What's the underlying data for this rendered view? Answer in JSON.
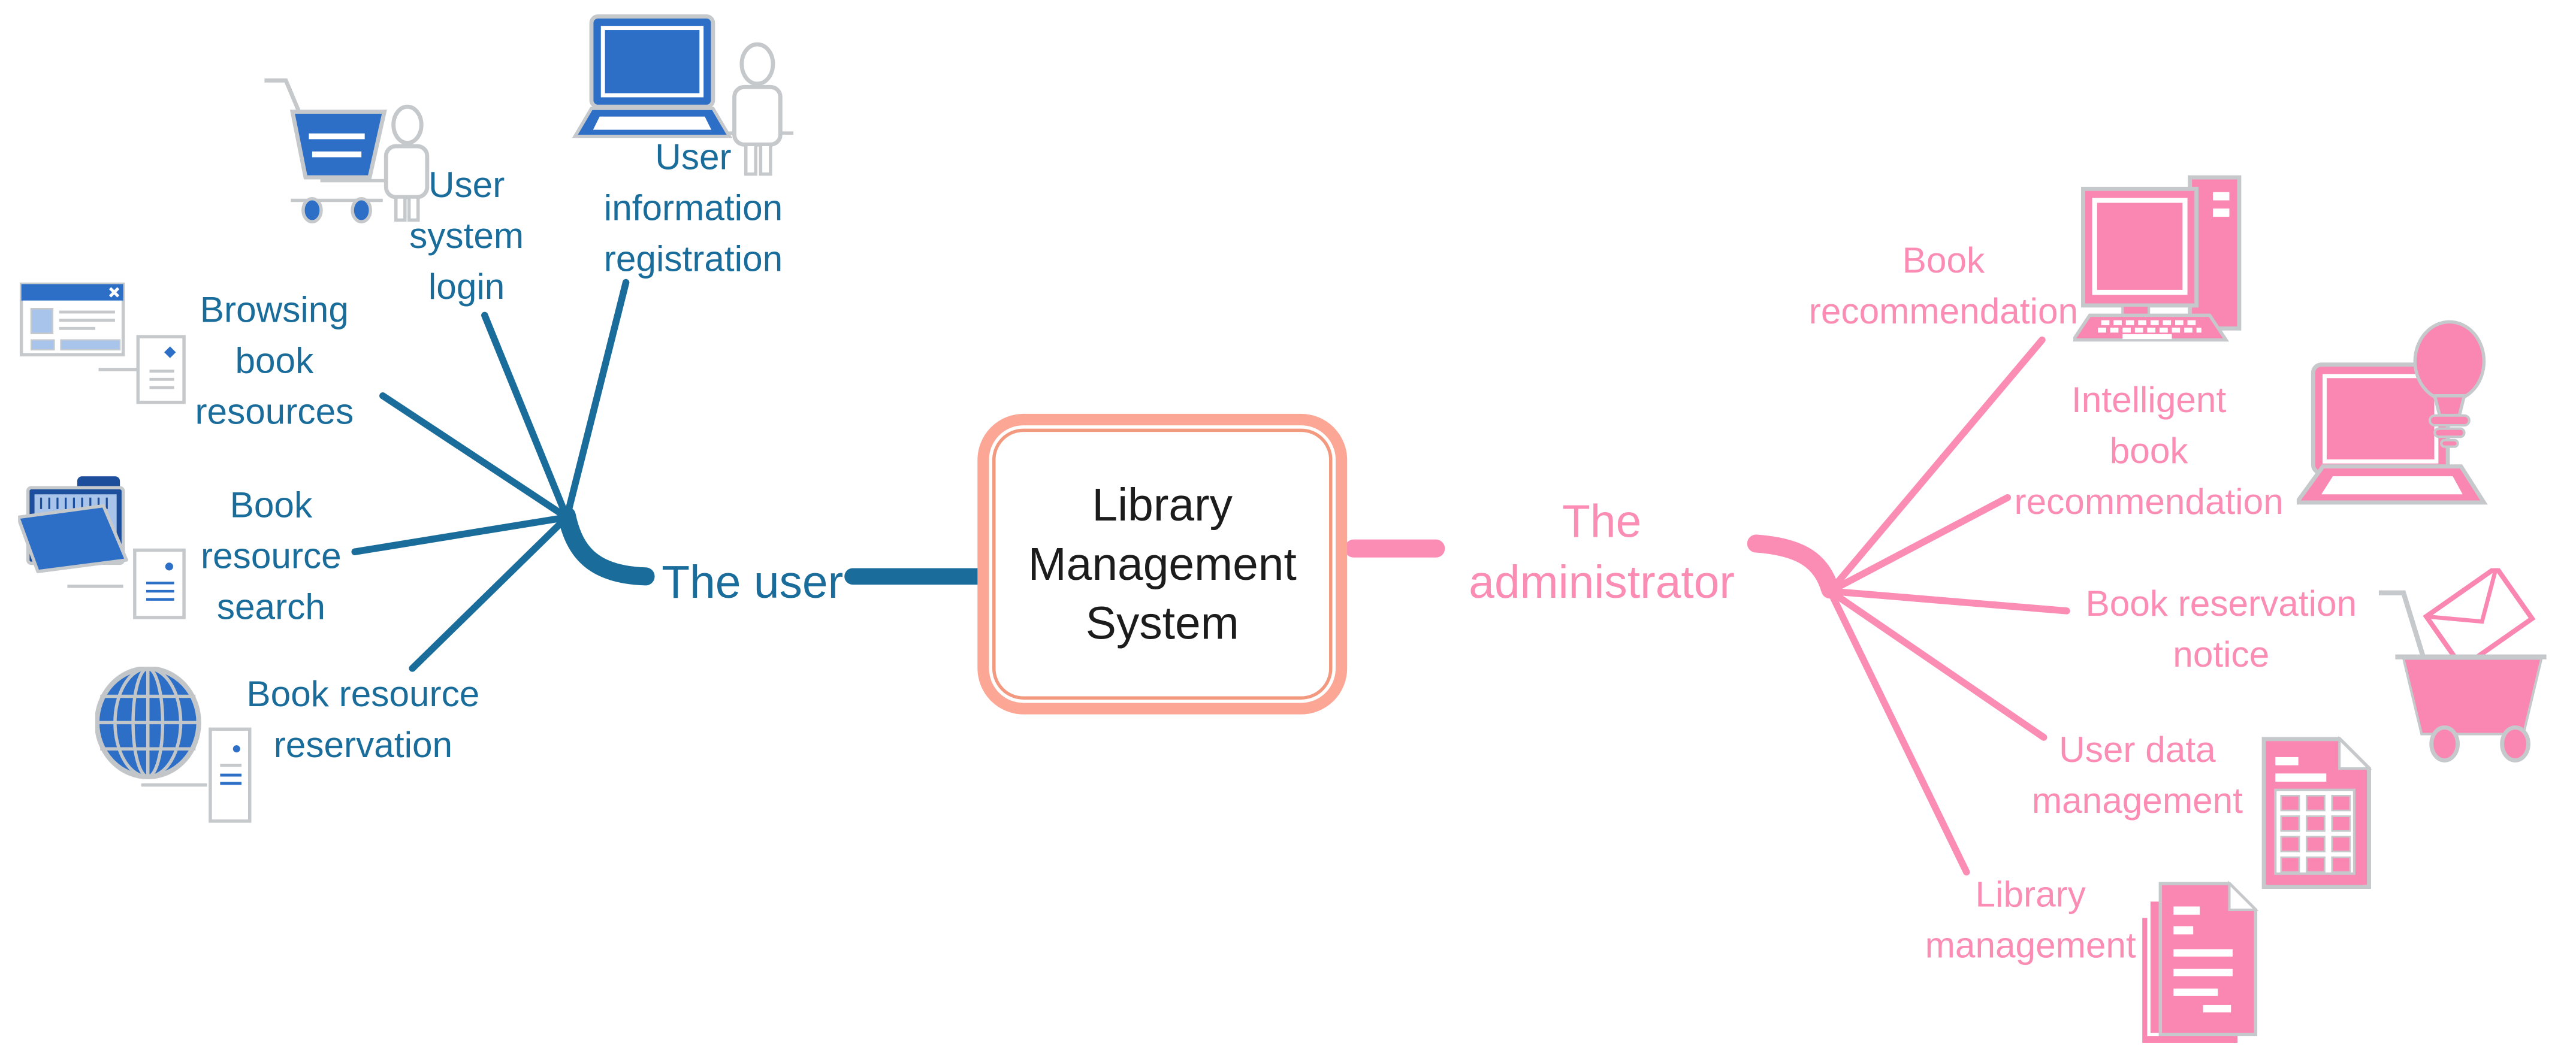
{
  "diagram_type": "mind-map",
  "palette": {
    "user_branch_color": "#1A6D9B",
    "admin_branch_color": "#FB8DB4",
    "center_border_color": "#FCA795",
    "center_inner_border_color": "#F2997F",
    "icon_blue": "#2D6FC7",
    "icon_dark_blue": "#1D4E9B",
    "icon_light_blue": "#A9C4EA",
    "icon_pink": "#FA87B2",
    "icon_outline_gray": "#C6C9CC",
    "center_text_color": "#1c1c1c"
  },
  "center": {
    "title": "Library\nManagement\nSystem"
  },
  "left_branch": {
    "label": "The user",
    "topics": [
      {
        "label": "User\nsystem\nlogin",
        "icon": "shopping-cart-user-icon"
      },
      {
        "label": "User\ninformation\nregistration",
        "icon": "laptop-user-icon"
      },
      {
        "label": "Browsing\nbook\nresources",
        "icon": "browser-window-document-icon"
      },
      {
        "label": "Book\nresource\nsearch",
        "icon": "folder-document-icon"
      },
      {
        "label": "Book resource\nreservation",
        "icon": "globe-document-icon"
      }
    ]
  },
  "right_branch": {
    "label": "The\nadministrator",
    "topics": [
      {
        "label": "Book\nrecommendation",
        "icon": "desktop-computer-icon"
      },
      {
        "label": "Intelligent\nbook\nrecommendation",
        "icon": "laptop-lightbulb-icon"
      },
      {
        "label": "Book reservation\nnotice",
        "icon": "cart-envelope-icon"
      },
      {
        "label": "User data\nmanagement",
        "icon": "spreadsheet-document-icon"
      },
      {
        "label": "Library\nmanagement",
        "icon": "stacked-documents-icon"
      }
    ]
  }
}
